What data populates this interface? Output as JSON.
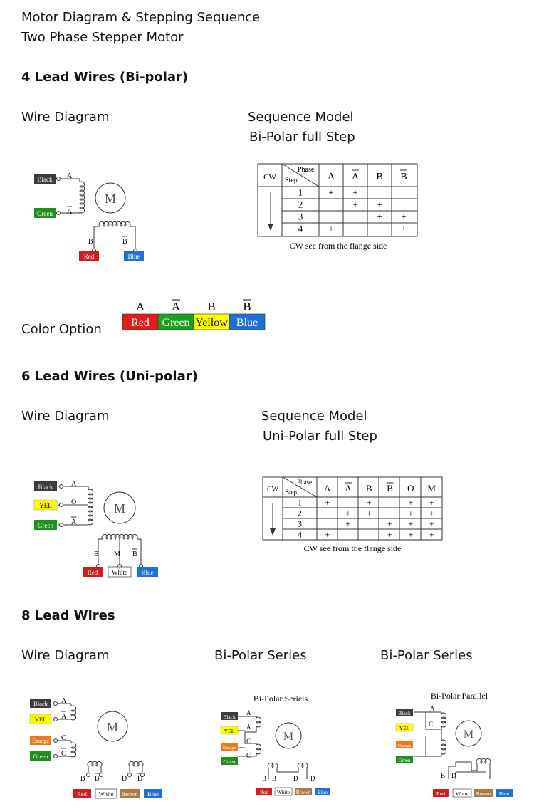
{
  "title_line1": "Motor Diagram & Stepping Sequence",
  "title_line2": "Two Phase Stepper Motor",
  "motor_label": "M",
  "cw_label": "CW",
  "phase_label": "Phase",
  "step_label": "Step",
  "plus": "+",
  "sec4": {
    "heading": "4 Lead Wires (Bi-polar)",
    "wire_diagram_label": "Wire Diagram",
    "sequence_title": "Sequence Model",
    "sequence_subtitle": "Bi-Polar full Step",
    "leads": {
      "a": "A",
      "abar": "A",
      "b": "B",
      "bbar": "B"
    },
    "wires": {
      "black": "Black",
      "green": "Green",
      "red": "Red",
      "blue": "Blue"
    },
    "table": {
      "phases": [
        "A",
        "A",
        "B",
        "B"
      ],
      "steps": [
        "1",
        "2",
        "3",
        "4"
      ],
      "marks": [
        [
          1,
          1,
          0,
          0
        ],
        [
          0,
          1,
          1,
          0
        ],
        [
          0,
          0,
          1,
          1
        ],
        [
          1,
          0,
          0,
          1
        ]
      ],
      "caption": "CW see from the flange side"
    },
    "color_option_label": "Color Option",
    "color_option": [
      {
        "phase": "A",
        "name": "Red",
        "color": "#e31b1b"
      },
      {
        "phase": "A",
        "name": "Green",
        "color": "#18a418"
      },
      {
        "phase": "B",
        "name": "Yellow",
        "color": "#ffff00"
      },
      {
        "phase": "B",
        "name": "Blue",
        "color": "#1e6fd6"
      }
    ]
  },
  "sec6": {
    "heading": "6 Lead Wires (Uni-polar)",
    "wire_diagram_label": "Wire Diagram",
    "sequence_title": "Sequence Model",
    "sequence_subtitle": "Uni-Polar full Step",
    "leads": {
      "a": "A",
      "o": "O",
      "abar": "A",
      "b": "B",
      "m": "M",
      "bbar": "B"
    },
    "wires": {
      "black": "Black",
      "yel": "YEL",
      "green": "Green",
      "red": "Red",
      "white": "White",
      "blue": "Blue"
    },
    "table": {
      "phases": [
        "A",
        "A",
        "B",
        "B",
        "O",
        "M"
      ],
      "steps": [
        "1",
        "2",
        "3",
        "4"
      ],
      "marks": [
        [
          1,
          0,
          1,
          0,
          1,
          1
        ],
        [
          0,
          1,
          1,
          0,
          1,
          1
        ],
        [
          0,
          1,
          0,
          1,
          1,
          1
        ],
        [
          1,
          0,
          0,
          1,
          1,
          1
        ]
      ],
      "caption": "CW see from the flange side"
    }
  },
  "sec8": {
    "heading": "8 Lead Wires",
    "wire_diagram_label": "Wire Diagram",
    "series_label": "Bi-Polar Series",
    "series2_label": "Bi-Polar Series",
    "series_title": "Bi-Polar Serieis",
    "parallel_title": "Bi-Polar Parallel",
    "leads": {
      "a": "A",
      "abar": "A",
      "c": "C",
      "cbar": "C",
      "b": "B",
      "bbar": "B",
      "d": "D",
      "dbar": "D"
    },
    "wires": {
      "black": "Black",
      "yel": "YEL",
      "orange": "Orange",
      "green": "Green",
      "red": "Red",
      "white": "White",
      "brown": "Brown",
      "blue": "Blue"
    }
  },
  "colors": {
    "black": "#3c3c3c",
    "green": "#1f8f1f",
    "red": "#d01e1e",
    "blue": "#1e6fd6",
    "yellow": "#ffff00",
    "orange": "#f07818",
    "brown": "#b07848",
    "white": "#ffffff"
  }
}
